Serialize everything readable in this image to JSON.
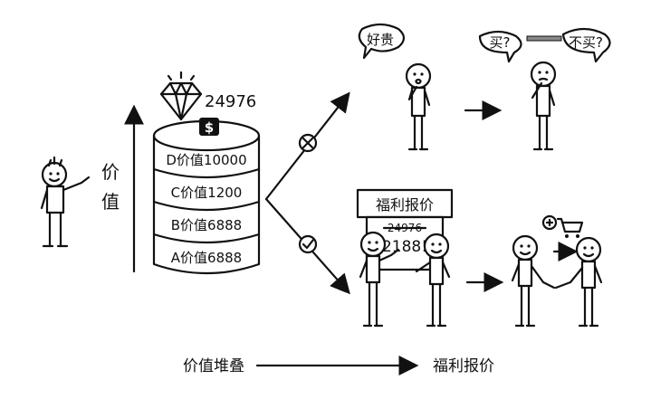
{
  "value_axis": {
    "label_chars": [
      "价",
      "值"
    ]
  },
  "diamond": {
    "price": "24976"
  },
  "stack": {
    "levels": [
      {
        "text": "D价值10000"
      },
      {
        "text": "C价值1200"
      },
      {
        "text": "B价值6888"
      },
      {
        "text": "A价值6888"
      }
    ],
    "badge_symbol": "$"
  },
  "reject_path": {
    "bubble_expensive": "好贵",
    "bubble_buy": "买?",
    "bubble_not_buy": "不买?"
  },
  "accept_path": {
    "board_title": "福利报价",
    "old_price": "24976",
    "new_price": "2188!"
  },
  "caption": {
    "from": "价值堆叠",
    "to": "福利报价"
  }
}
